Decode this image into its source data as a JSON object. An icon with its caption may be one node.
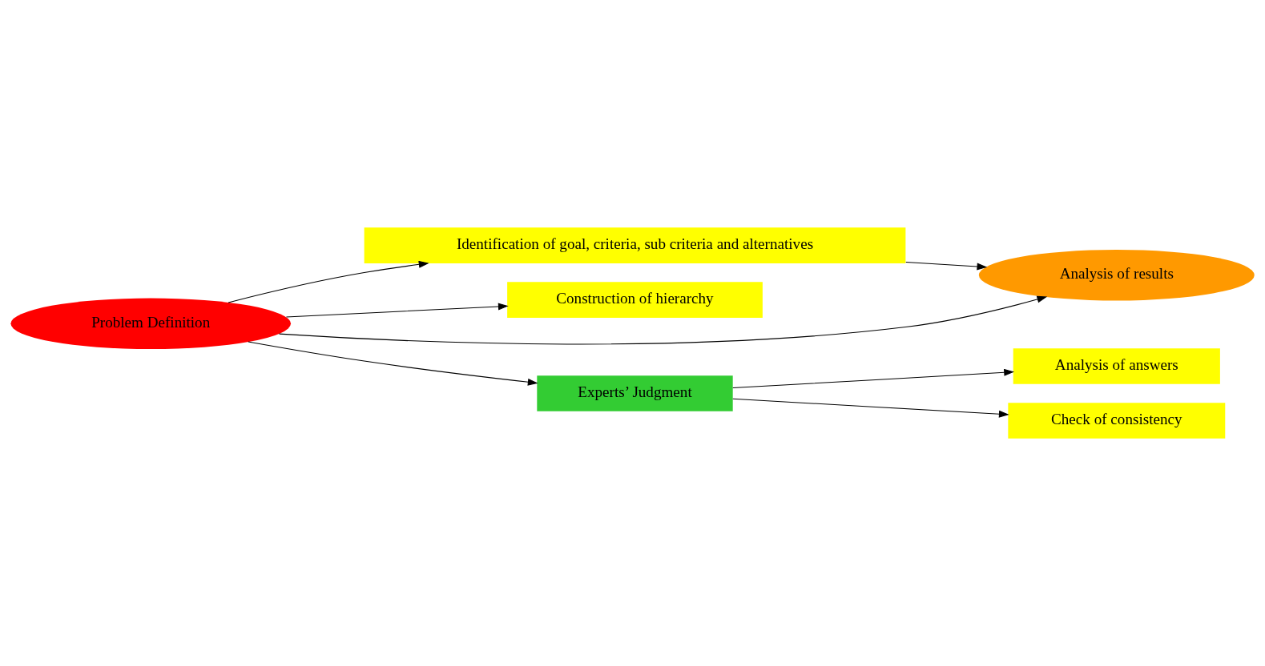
{
  "diagram": {
    "nodes": [
      {
        "text": [
          "Problem Definition"
        ]
      },
      {
        "text": [
          "Identification of goal, criteria, sub criteria and alternatives"
        ]
      },
      {
        "text": [
          "Construction of hierarchy"
        ]
      },
      {
        "text": [
          "Experts’ Judgment"
        ]
      },
      {
        "text": [
          "Analysis of answers"
        ]
      },
      {
        "text": [
          "Check of consistency"
        ]
      },
      {
        "text": [
          "Analysis of results"
        ]
      }
    ],
    "edges": [
      {
        "from": 0,
        "to": 1,
        "arrow": "to"
      },
      {
        "from": 0,
        "to": 2,
        "arrow": "to"
      },
      {
        "from": 0,
        "to": 3,
        "arrow": "to"
      },
      {
        "from": 0,
        "to": 6,
        "arrow": "to"
      },
      {
        "from": 3,
        "to": 4,
        "arrow": "to"
      },
      {
        "from": 3,
        "to": 5,
        "arrow": "to"
      },
      {
        "from": 1,
        "to": 6,
        "arrow": "to"
      }
    ]
  }
}
